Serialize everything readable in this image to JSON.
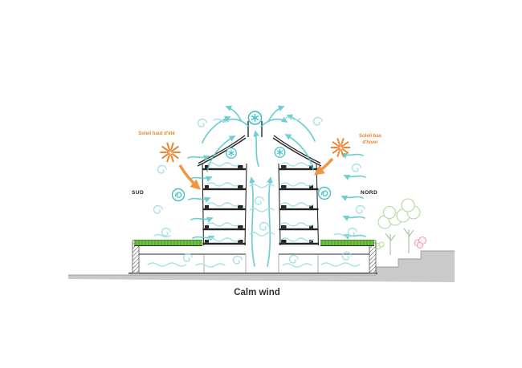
{
  "diagram": {
    "type": "architectural-section-natural-ventilation",
    "caption": "Calm wind",
    "labels": {
      "south": "SUD",
      "north": "NORD",
      "sun_summer": "Soleil haut d'été",
      "sun_winter": "Soleil bas d'hiver"
    },
    "colors": {
      "airflow": "#56c6ca",
      "airflow_light": "#9cdde0",
      "sun_orange": "#e8862f",
      "solar_arrow": "#f2953f",
      "green_roof": "#6fc13f",
      "ground": "#cacaca",
      "structure": "#2a2a2a",
      "tree_foliage": "#b7d89e",
      "shrub_pink": "#eba3c6"
    },
    "icons": [
      "roof-extract-fan-icon",
      "south-tower-fan-icon",
      "north-tower-fan-icon",
      "south-facade-vent-icon",
      "north-facade-vent-icon",
      "summer-sun-icon",
      "winter-sun-icon"
    ]
  }
}
